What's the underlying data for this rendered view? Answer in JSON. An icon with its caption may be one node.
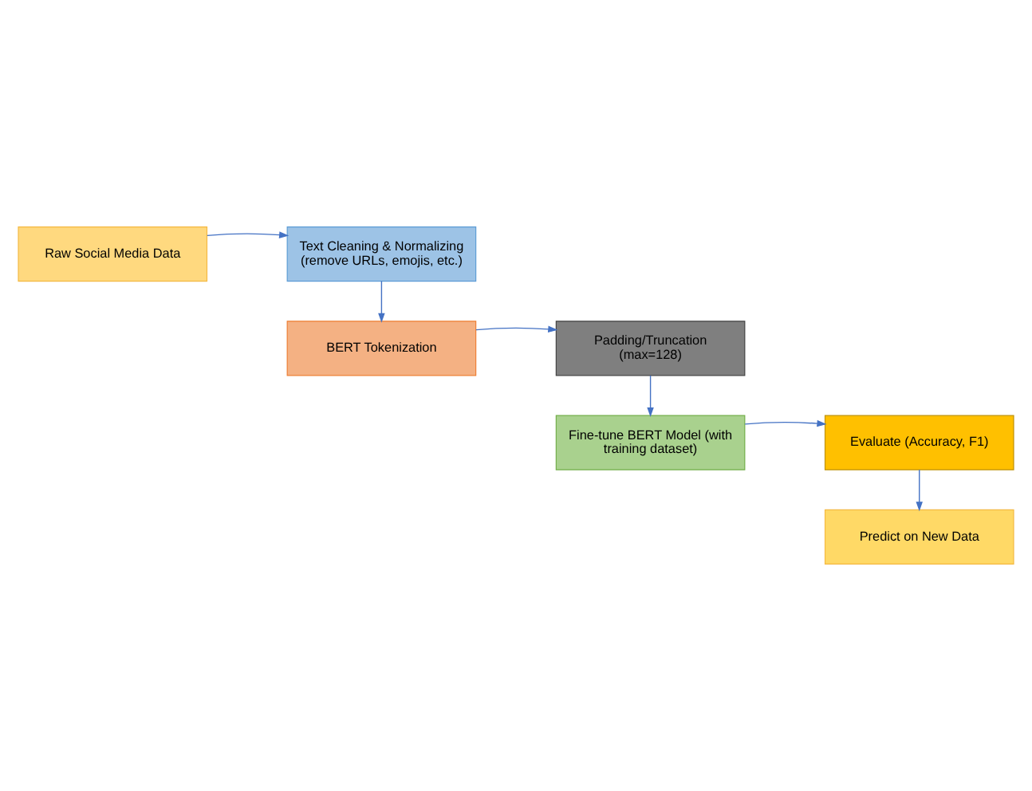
{
  "diagram": {
    "nodes": [
      {
        "text": [
          "Raw Social Media Data"
        ]
      },
      {
        "text": [
          "Text Cleaning & Normalizing (remove URLs, emojis, etc.)"
        ]
      },
      {
        "text": [
          "BERT Tokenization"
        ]
      },
      {
        "text": [
          "Padding/Truncation (max=128)"
        ]
      },
      {
        "text": [
          "Fine-tune BERT Model (with training dataset)"
        ]
      },
      {
        "text": [
          "Evaluate (Accuracy, F1)"
        ]
      },
      {
        "text": [
          "Predict on New Data"
        ]
      }
    ],
    "edges": [
      {
        "from": 0,
        "to": 1,
        "arrow": "to"
      },
      {
        "from": 1,
        "to": 2,
        "arrow": "to"
      },
      {
        "from": 2,
        "to": 3,
        "arrow": "to"
      },
      {
        "from": 3,
        "to": 4,
        "arrow": "to"
      },
      {
        "from": 4,
        "to": 5,
        "arrow": "to"
      },
      {
        "from": 5,
        "to": 6,
        "arrow": "to"
      }
    ]
  }
}
